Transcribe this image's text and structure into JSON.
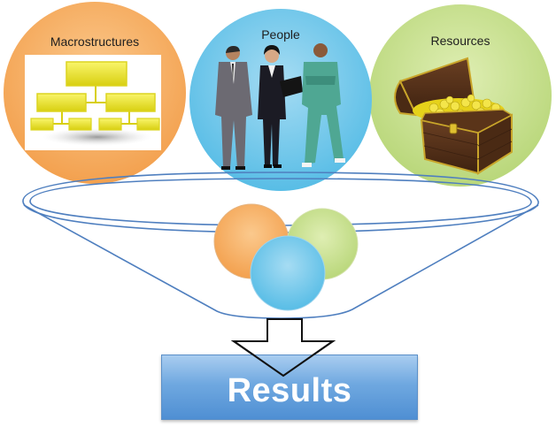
{
  "diagram": {
    "title": "",
    "inputs": [
      {
        "label": "Macrostructures",
        "color": "#f6a85a",
        "icon": "org-chart-icon"
      },
      {
        "label": "People",
        "color": "#5cc0e8",
        "icon": "people-icon"
      },
      {
        "label": "Resources",
        "color": "#c2dc86",
        "icon": "treasure-chest-icon"
      }
    ],
    "funnel": {
      "stroke_color": "#4f7fbf"
    },
    "merged_circles": [
      {
        "name": "macrostructures",
        "color": "#f6a85a"
      },
      {
        "name": "resources",
        "color": "#c2dc86"
      },
      {
        "name": "people",
        "color": "#6cc6ea"
      }
    ],
    "arrow": {
      "direction": "down",
      "fill": "#ffffff",
      "stroke": "#111111"
    },
    "output": {
      "label": "Results",
      "color": "#6fa8e0"
    }
  }
}
